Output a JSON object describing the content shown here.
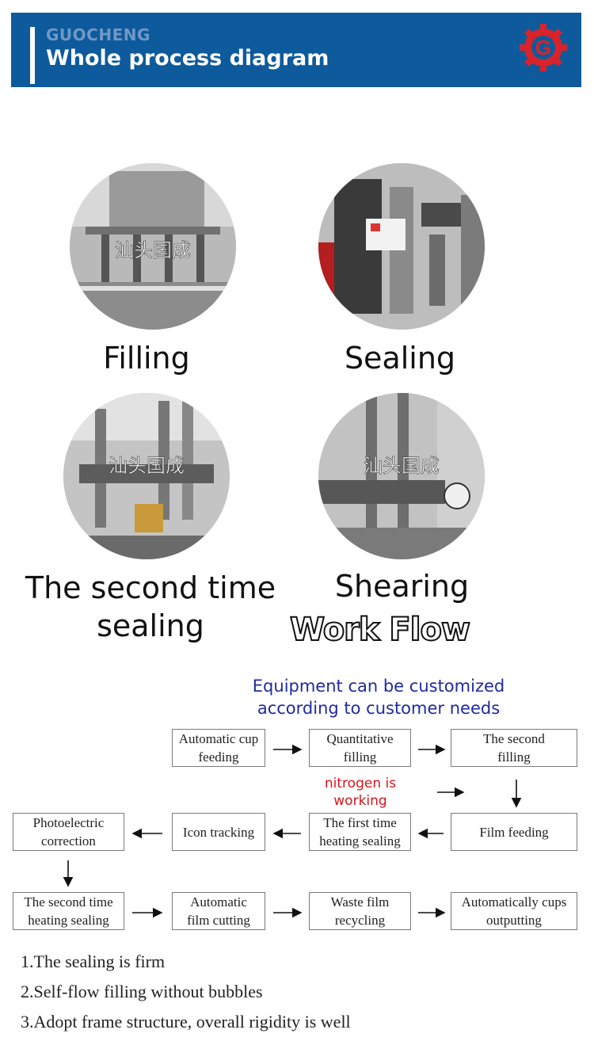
{
  "header": {
    "brand": "GUOCHENG",
    "title": "Whole process diagram",
    "logo_icon": "guocheng-gear-logo",
    "logo_letter": "G",
    "colors": {
      "banner": "#0d5a9c",
      "logo": "#d7242a"
    }
  },
  "photos": [
    {
      "label": "Filling",
      "watermark": "汕头国成"
    },
    {
      "label": "Sealing",
      "watermark": ""
    },
    {
      "label_lines": [
        "The second time",
        "sealing"
      ],
      "watermark": "汕头国成"
    },
    {
      "label": "Shearing",
      "watermark": "汕头国成"
    }
  ],
  "workflow_title": "Work Flow",
  "customization_note": {
    "line1": "Equipment can be customized",
    "line2": "according to customer needs",
    "color": "#1f2aa0"
  },
  "flow": {
    "row1": [
      {
        "line1": "Automatic cup",
        "line2": "feeding"
      },
      {
        "line1": "Quantitative",
        "line2": "filling"
      },
      {
        "line1": "The second",
        "line2": "filling"
      }
    ],
    "nitrogen_note": {
      "line1": "nitrogen is",
      "line2": "working",
      "color": "#d8141b"
    },
    "row2": [
      {
        "line1": "Photoelectric",
        "line2": "correction"
      },
      {
        "line1": "Icon tracking",
        "line2": ""
      },
      {
        "line1": "The first time",
        "line2": "heating sealing"
      },
      {
        "line1": "Film feeding",
        "line2": ""
      }
    ],
    "row3": [
      {
        "line1": "The second time",
        "line2": "heating sealing"
      },
      {
        "line1": "Automatic",
        "line2": "film cutting"
      },
      {
        "line1": "Waste film",
        "line2": "recycling"
      },
      {
        "line1": "Automatically cups",
        "line2": "outputting"
      }
    ]
  },
  "features": [
    "1.The sealing is firm",
    "2.Self-flow filling without bubbles",
    "3.Adopt frame structure, overall rigidity is well"
  ]
}
